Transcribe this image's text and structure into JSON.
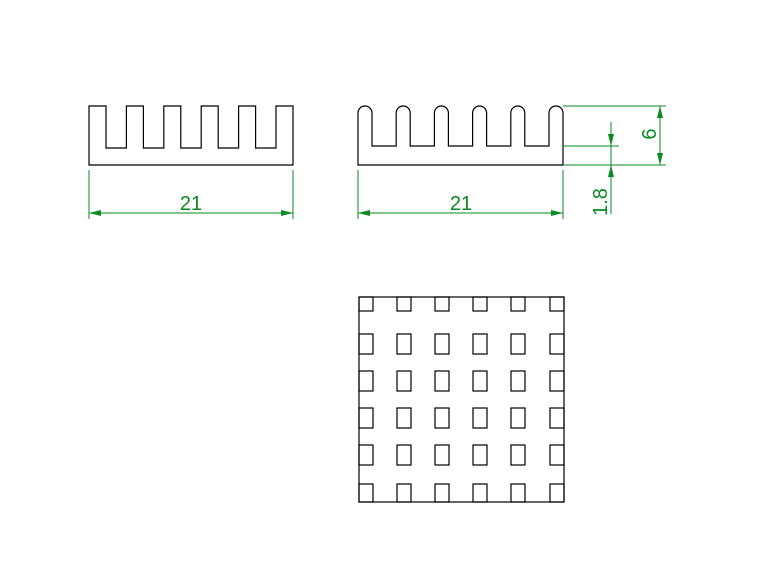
{
  "colors": {
    "outline": "#000000",
    "dimension": "#0a8a22",
    "background": "#ffffff"
  },
  "views": {
    "left_fins": 6,
    "right_fins": 6,
    "grid_rows": 6,
    "grid_cols": 6
  },
  "dimensions": {
    "left_width": "21",
    "right_width": "21",
    "base_height": "1.8",
    "total_height": "6"
  }
}
